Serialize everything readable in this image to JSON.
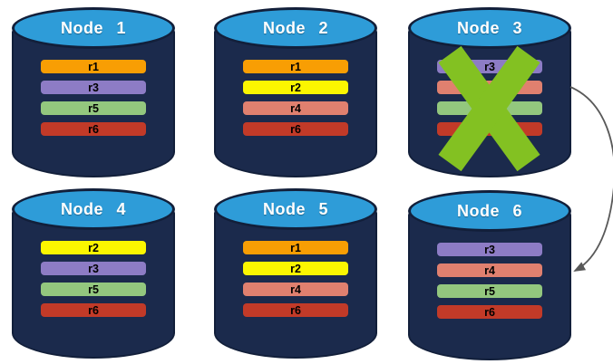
{
  "colors": {
    "background": "#FFFFFF",
    "cylinder_body": "#1B2A4C",
    "cylinder_top": "#2E9CD8",
    "cylinder_outline": "#121F3A",
    "failure_x": "#83C122",
    "arrow": "#595959",
    "replica_palette": {
      "r1": "#F89E04",
      "r2": "#FBF600",
      "r3": "#8D7CC5",
      "r4": "#E0806F",
      "r5": "#93C77E",
      "r6": "#C23A28"
    }
  },
  "nodes": [
    {
      "label": "Node 1",
      "crossed_out": false,
      "replicas": [
        {
          "label": "r1",
          "color": "#F89E04"
        },
        {
          "label": "r3",
          "color": "#8D7CC5"
        },
        {
          "label": "r5",
          "color": "#93C77E"
        },
        {
          "label": "r6",
          "color": "#C23A28"
        }
      ]
    },
    {
      "label": "Node 2",
      "crossed_out": false,
      "replicas": [
        {
          "label": "r1",
          "color": "#F89E04"
        },
        {
          "label": "r2",
          "color": "#FBF600"
        },
        {
          "label": "r4",
          "color": "#E0806F"
        },
        {
          "label": "r6",
          "color": "#C23A28"
        }
      ]
    },
    {
      "label": "Node 3",
      "crossed_out": true,
      "replicas": [
        {
          "label": "r3",
          "color": "#8D7CC5"
        },
        {
          "label": "r4",
          "color": "#E0806F"
        },
        {
          "label": "r5",
          "color": "#93C77E"
        },
        {
          "label": "r6",
          "color": "#C23A28"
        }
      ]
    },
    {
      "label": "Node 4",
      "crossed_out": false,
      "replicas": [
        {
          "label": "r2",
          "color": "#FBF600"
        },
        {
          "label": "r3",
          "color": "#8D7CC5"
        },
        {
          "label": "r5",
          "color": "#93C77E"
        },
        {
          "label": "r6",
          "color": "#C23A28"
        }
      ]
    },
    {
      "label": "Node 5",
      "crossed_out": false,
      "replicas": [
        {
          "label": "r1",
          "color": "#F89E04"
        },
        {
          "label": "r2",
          "color": "#FBF600"
        },
        {
          "label": "r4",
          "color": "#E0806F"
        },
        {
          "label": "r6",
          "color": "#C23A28"
        }
      ]
    },
    {
      "label": "Node 6",
      "crossed_out": false,
      "replicas": [
        {
          "label": "r3",
          "color": "#8D7CC5"
        },
        {
          "label": "r4",
          "color": "#E0806F"
        },
        {
          "label": "r5",
          "color": "#93C77E"
        },
        {
          "label": "r6",
          "color": "#C23A28"
        }
      ]
    }
  ],
  "arrow": {
    "from": "Node 3",
    "to": "Node 6"
  }
}
